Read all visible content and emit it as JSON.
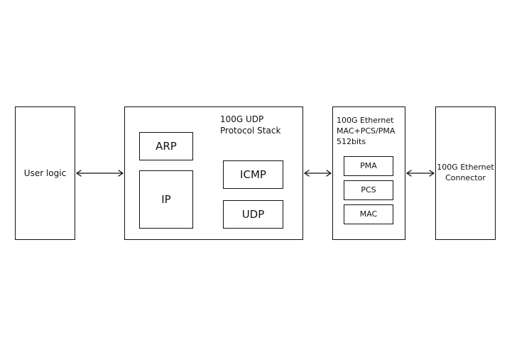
{
  "diagram": {
    "user_logic": "User logic",
    "udp_stack": {
      "title": "100G UDP\nProtocol Stack",
      "arp": "ARP",
      "ip": "IP",
      "icmp": "ICMP",
      "udp": "UDP"
    },
    "ethernet": {
      "title": "100G Ethernet\nMAC+PCS/PMA\n512bits",
      "pma": "PMA",
      "pcs": "PCS",
      "mac": "MAC"
    },
    "connector": "100G Ethernet\nConnector"
  }
}
